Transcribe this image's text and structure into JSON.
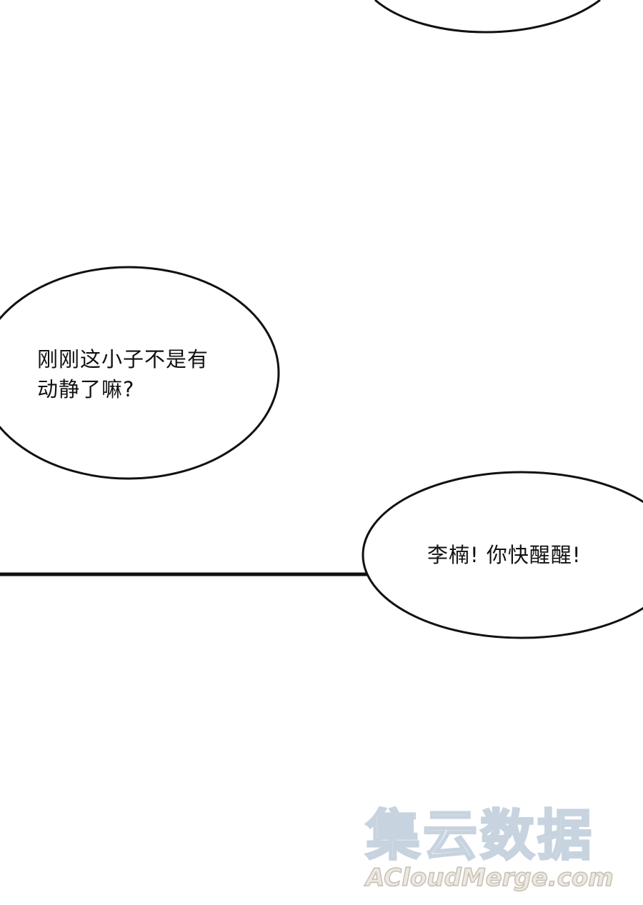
{
  "bubbles": {
    "left": {
      "line1": "刚刚这小子不是有",
      "line2": "动静了嘛?"
    },
    "right": {
      "line1": "李楠! 你快醒醒!"
    }
  },
  "watermark": {
    "chinese": "集云数据",
    "english": "ACloudMerge.com"
  },
  "colors": {
    "ink": "#111111",
    "background": "#ffffff",
    "watermark_blue": "#c7d3df",
    "watermark_tan": "#c8bfb3"
  }
}
